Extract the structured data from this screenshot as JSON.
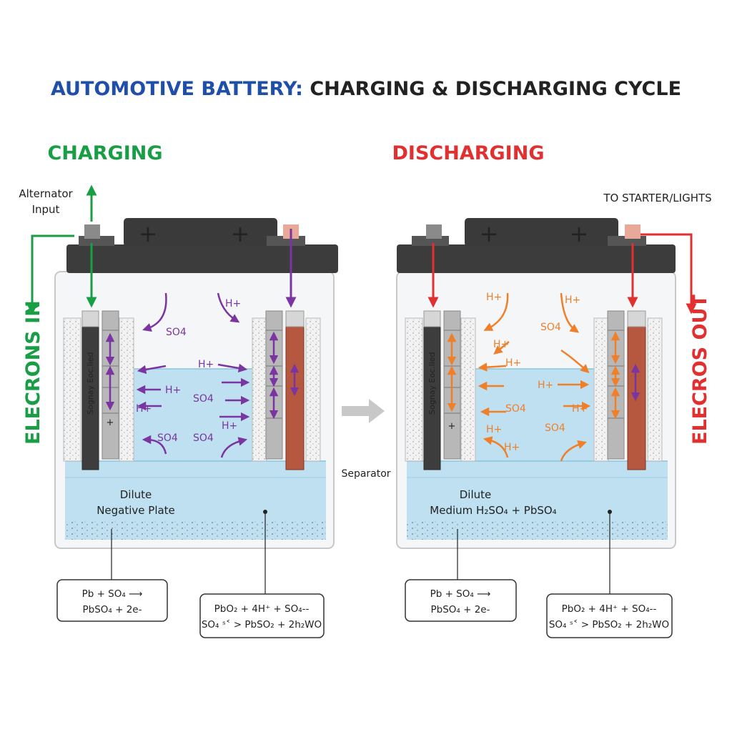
{
  "title": {
    "part1": "AUTOMOTIVE BATTERY:",
    "part2": " CHARGING & DISCHARGING CYCLE"
  },
  "colors": {
    "title_blue": "#1f4fa8",
    "charging_green": "#1a9e45",
    "discharging_red": "#e03030",
    "charging_ion": "#7b35a0",
    "discharging_ion": "#f07f2a",
    "electrolyte": "#bfe0f0",
    "lid": "#3c3c3c",
    "positive_plate": "#b65840",
    "negative_plate": "#3d3d3d"
  },
  "charging": {
    "heading": "CHARGING",
    "input_label_line1": "Alternator",
    "input_label_line2": "Input",
    "electrons_label": "ELECRONS IN",
    "lid_plus_left": "+",
    "lid_plus_right": "+",
    "plate_text": "Sognay Eoc.lied",
    "plate_plus": "+",
    "ions": {
      "so4_top": "SO4",
      "h_top": "H+",
      "h_mid_right": "H+",
      "h_mid_left": "H+",
      "so4_mid": "SO4",
      "h_low_left": "H+",
      "h_low_right": "H+",
      "so4_bottom_left": "SO4",
      "so4_bottom_right": "SO4"
    },
    "bottom_line1": "Dilute",
    "bottom_line2": "Negative Plate",
    "eq_left_line1": "Pb + SO₄ ⟶",
    "eq_left_line2": "PbSO₄ + 2e-",
    "eq_right_line1": "PbO₂ + 4H⁺ + SO₄--",
    "eq_right_line2": "SO₄ ˢ˂ > PbSO₂ + 2h₂WO"
  },
  "discharging": {
    "heading": "DISCHARGING",
    "output_label": "TO STARTER/LIGHTS",
    "electrons_label": "ELECROS OUT",
    "lid_plus_left": "+",
    "lid_plus_right": "+",
    "plate_text": "Sognay Eoc.lied",
    "plate_plus": "+",
    "ions": {
      "h_top_left": "H+",
      "h_top_right": "H+",
      "so4_top": "SO4",
      "h_a": "H+",
      "h_b": "H+",
      "h_c": "H+",
      "h_d": "H+",
      "so4_mid": "SO4",
      "so4_low": "SO4",
      "h_e": "H+",
      "h_f": "H+"
    },
    "bottom_line1": "Dilute",
    "bottom_line2": "Medium H₂SO₄ + PbSO₄",
    "eq_left_line1": "Pb + SO₄ ⟶",
    "eq_left_line2": "PbSO₄ + 2e-",
    "eq_right_line1": "PbO₂ + 4H⁺ + SO₄--",
    "eq_right_line2": "SO₄ ˢ˂ > PbSO₂ + 2h₂WO"
  },
  "separator_label": "Separator"
}
